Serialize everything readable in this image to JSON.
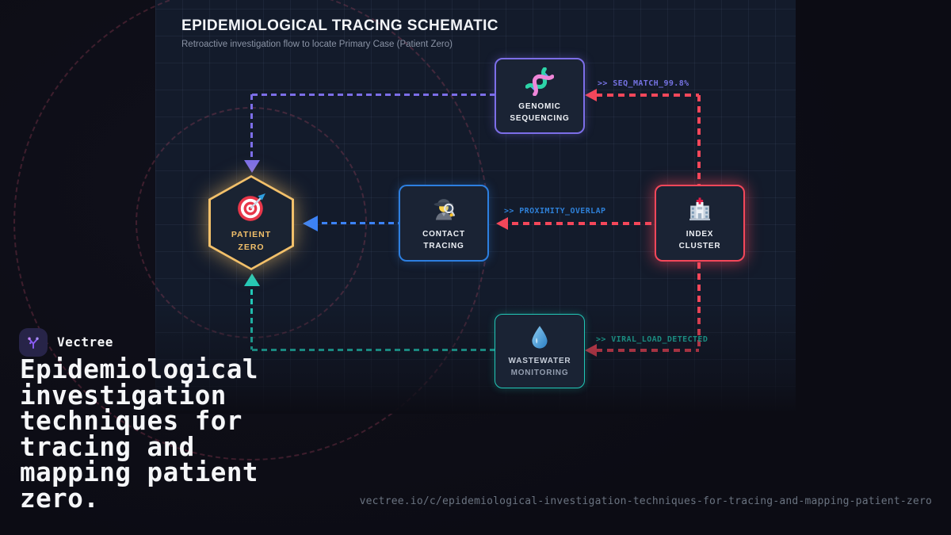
{
  "brand": {
    "name": "Vectree",
    "logo_icon": "branch-icon",
    "logo_bg": "#272448",
    "logo_accent": "#8b5cf6"
  },
  "headline": "Epidemiological investigation techniques for tracing and mapping patient zero.",
  "permalink": "vectree.io/c/epidemiological-investigation-techniques-for-tracing-and-mapping-patient-zero",
  "diagram": {
    "title": "EPIDEMIOLOGICAL TRACING SCHEMATIC",
    "subtitle": "Retroactive investigation flow to locate Primary Case (Patient Zero)",
    "nodes": [
      {
        "id": "genomic-sequencing",
        "label_line1": "GENOMIC",
        "label_line2": "SEQUENCING",
        "icon": "dna-icon",
        "accent": "#7c6ee8"
      },
      {
        "id": "contact-tracing",
        "label_line1": "CONTACT",
        "label_line2": "TRACING",
        "icon": "detective-icon",
        "accent": "#2d7fe0"
      },
      {
        "id": "index-cluster",
        "label_line1": "INDEX",
        "label_line2": "CLUSTER",
        "icon": "hospital-icon",
        "accent": "#f4475a"
      },
      {
        "id": "wastewater-monitoring",
        "label_line1": "WASTEWATER",
        "label_line2": "MONITORING",
        "icon": "droplet-icon",
        "accent": "#22c8b7"
      },
      {
        "id": "patient-zero",
        "label_line1": "PATIENT",
        "label_line2": "ZERO",
        "icon": "target-icon",
        "accent": "#f2c06a"
      }
    ],
    "edges": [
      {
        "id": "seq-match",
        "label": ">> SEQ_MATCH_99.8%",
        "label_color": "#7572e2",
        "line_color": "#f4475a"
      },
      {
        "id": "proximity",
        "label": ">> PROXIMITY_OVERLAP",
        "label_color": "#2e7fd6",
        "line_color": "#f4475a"
      },
      {
        "id": "viral-load",
        "label": ">> VIRAL_LOAD_DETECTED",
        "label_color": "#1fb8a6",
        "line_color": "#f4475a"
      },
      {
        "id": "genomic-to-zero",
        "label": "",
        "line_color": "#7c6ee8"
      },
      {
        "id": "contact-to-zero",
        "label": "",
        "line_color": "#3b82f6"
      },
      {
        "id": "waste-to-zero",
        "label": "",
        "line_color": "#22c8b7"
      }
    ]
  }
}
